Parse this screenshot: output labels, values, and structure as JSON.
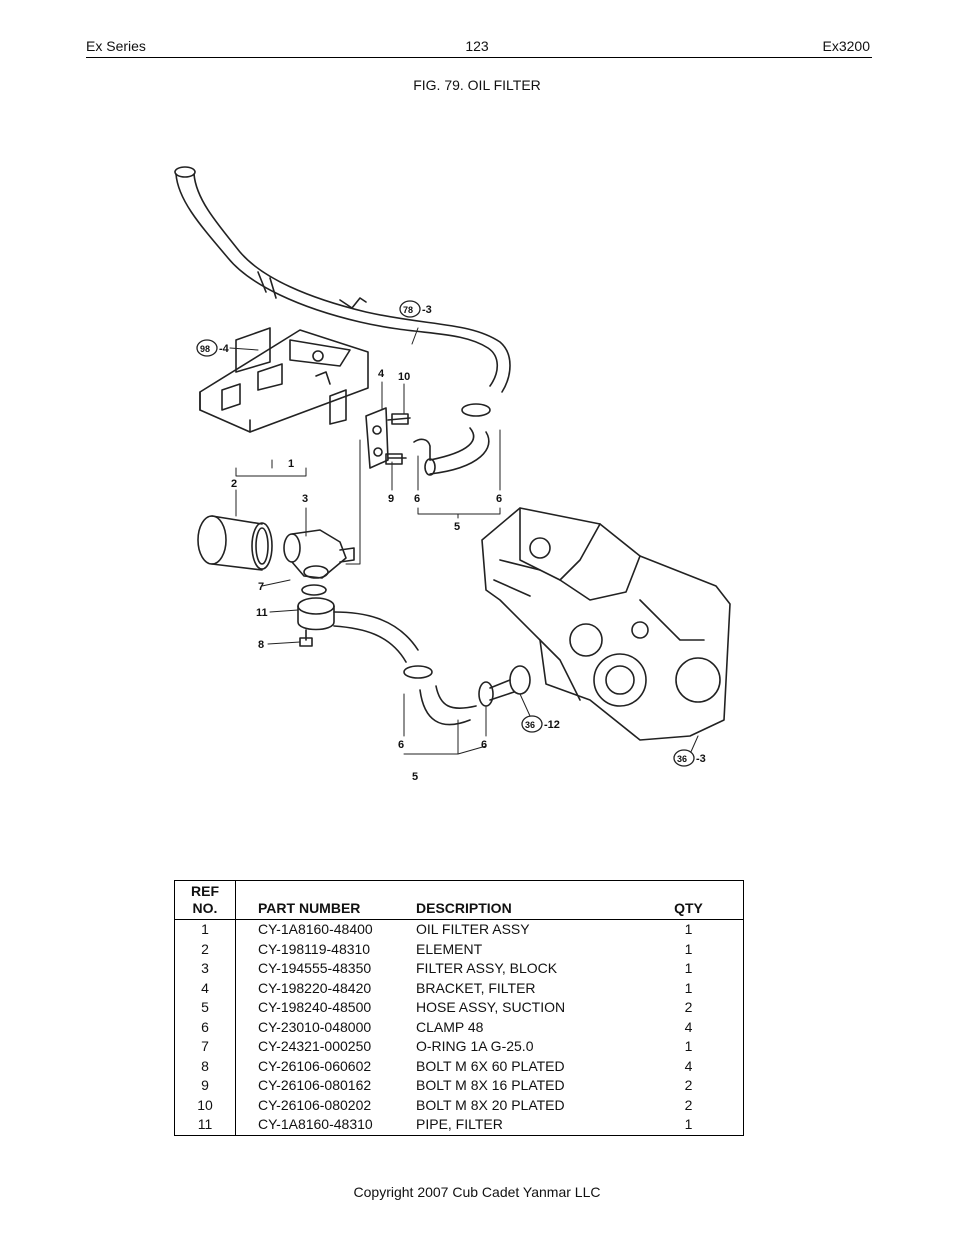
{
  "header": {
    "left": "Ex Series",
    "center": "123",
    "right": "Ex3200"
  },
  "figure": {
    "title": "FIG. 79. OIL FILTER",
    "callouts": [
      "1",
      "2",
      "3",
      "4",
      "5",
      "6",
      "7",
      "8",
      "9",
      "10",
      "11",
      "5"
    ],
    "ref_bubbles": [
      {
        "num": "78",
        "suffix": "-3"
      },
      {
        "num": "98",
        "suffix": "-4"
      },
      {
        "num": "36",
        "suffix": "-12"
      },
      {
        "num": "36",
        "suffix": "-3"
      }
    ]
  },
  "parts_table": {
    "headers": {
      "ref_line1": "REF",
      "ref_line2": "NO.",
      "part_number": "PART NUMBER",
      "description": "DESCRIPTION",
      "qty": "QTY"
    },
    "rows": [
      {
        "ref": "1",
        "part": "CY-1A8160-48400",
        "desc": "OIL FILTER ASSY",
        "qty": "1"
      },
      {
        "ref": "2",
        "part": "CY-198119-48310",
        "desc": "ELEMENT",
        "qty": "1"
      },
      {
        "ref": "3",
        "part": "CY-194555-48350",
        "desc": "FILTER ASSY, BLOCK",
        "qty": "1"
      },
      {
        "ref": "4",
        "part": "CY-198220-48420",
        "desc": "BRACKET, FILTER",
        "qty": "1"
      },
      {
        "ref": "5",
        "part": "CY-198240-48500",
        "desc": "HOSE ASSY, SUCTION",
        "qty": "2"
      },
      {
        "ref": "6",
        "part": "CY-23010-048000",
        "desc": "CLAMP 48",
        "qty": "4"
      },
      {
        "ref": "7",
        "part": "CY-24321-000250",
        "desc": "O-RING 1A G-25.0",
        "qty": "1"
      },
      {
        "ref": "8",
        "part": "CY-26106-060602",
        "desc": "BOLT M 6X 60 PLATED",
        "qty": "4"
      },
      {
        "ref": "9",
        "part": "CY-26106-080162",
        "desc": "BOLT M 8X 16 PLATED",
        "qty": "2"
      },
      {
        "ref": "10",
        "part": "CY-26106-080202",
        "desc": "BOLT M 8X 20 PLATED",
        "qty": "2"
      },
      {
        "ref": "11",
        "part": "CY-1A8160-48310",
        "desc": "PIPE, FILTER",
        "qty": "1"
      }
    ]
  },
  "footer": {
    "copyright": "Copyright 2007 Cub Cadet Yanmar LLC"
  }
}
